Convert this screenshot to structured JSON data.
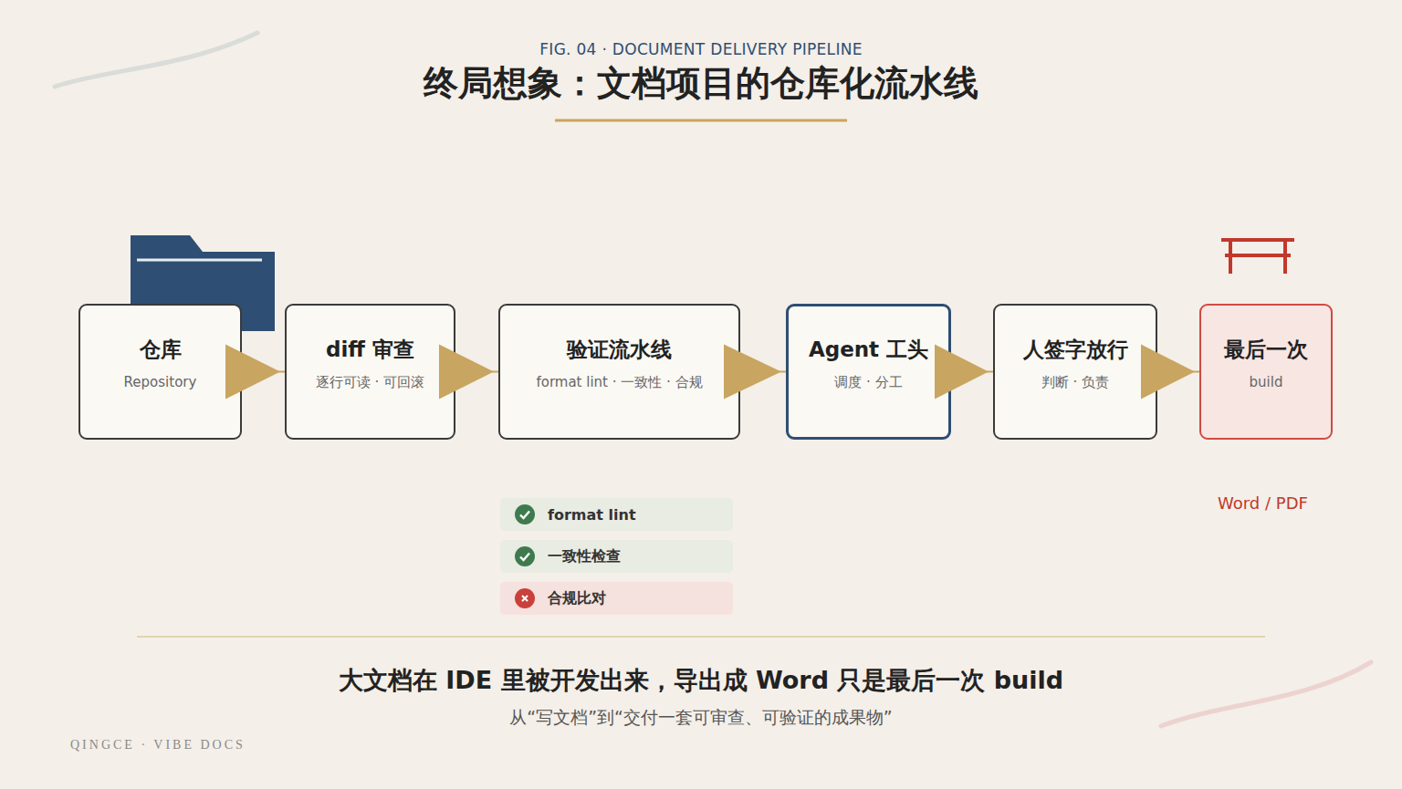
{
  "diagram": {
    "title": "终局想象：文档项目的仓库化流水线",
    "caption": "大文档在 IDE 里被开发出来，导出成 Word 只是最后一次 build",
    "nodes": [
      {
        "text": [
          "仓库",
          "Repository"
        ]
      },
      {
        "text": [
          "diff 审查",
          "逐行可读 · 可回滚"
        ]
      },
      {
        "text": [
          "验证流水线",
          "format lint · 一致性 · 合规"
        ]
      },
      {
        "text": [
          "Agent 工头",
          "调度 · 分工"
        ]
      },
      {
        "text": [
          "人签字放行",
          "判断 · 负责"
        ]
      },
      {
        "text": [
          "最后一次",
          "build"
        ]
      },
      {
        "text": [
          "format lint"
        ]
      },
      {
        "text": [
          "一致性检查"
        ]
      },
      {
        "text": [
          "合规比对"
        ]
      }
    ],
    "edges": [
      {
        "from": 0,
        "to": 1,
        "arrow": "to"
      },
      {
        "from": 1,
        "to": 2,
        "arrow": "to"
      },
      {
        "from": 2,
        "to": 3,
        "arrow": "to"
      },
      {
        "from": 3,
        "to": 4,
        "arrow": "to"
      },
      {
        "from": 4,
        "to": 5,
        "arrow": "to"
      }
    ],
    "labels": [
      "FIG. 04 · DOCUMENT DELIVERY PIPELINE",
      "Word / PDF",
      "从“写文档”到“交付一套可审查、可验证的成果物”",
      "QINGCE · VIBE DOCS"
    ]
  }
}
